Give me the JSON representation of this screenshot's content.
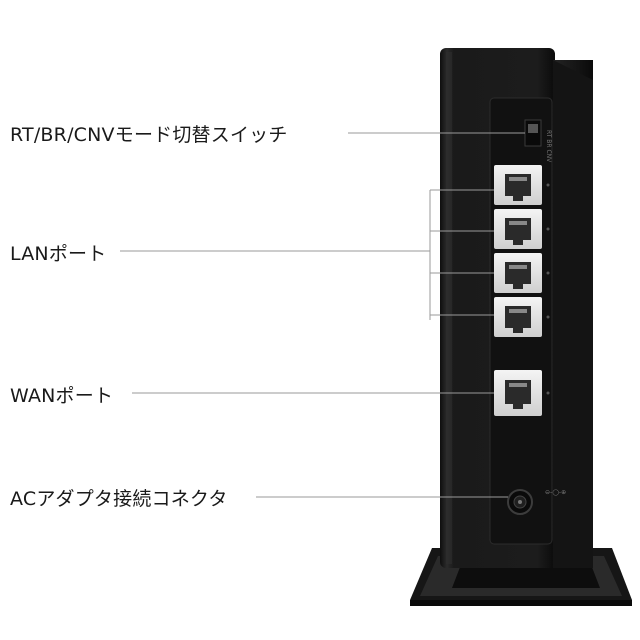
{
  "callouts": {
    "mode_switch": "RT/BR/CNVモード切替スイッチ",
    "lan_port": "LANポート",
    "wan_port": "WANポート",
    "ac_connector": "ACアダプタ接続コネクタ"
  },
  "colors": {
    "device_body": "#1c1c1c",
    "device_edge": "#3a3a3a",
    "port_frame": "#e9e9e9",
    "leader_line": "#9a9a9a"
  },
  "icons": {
    "ports": "rj45-port-icon",
    "power": "dc-jack-icon"
  }
}
